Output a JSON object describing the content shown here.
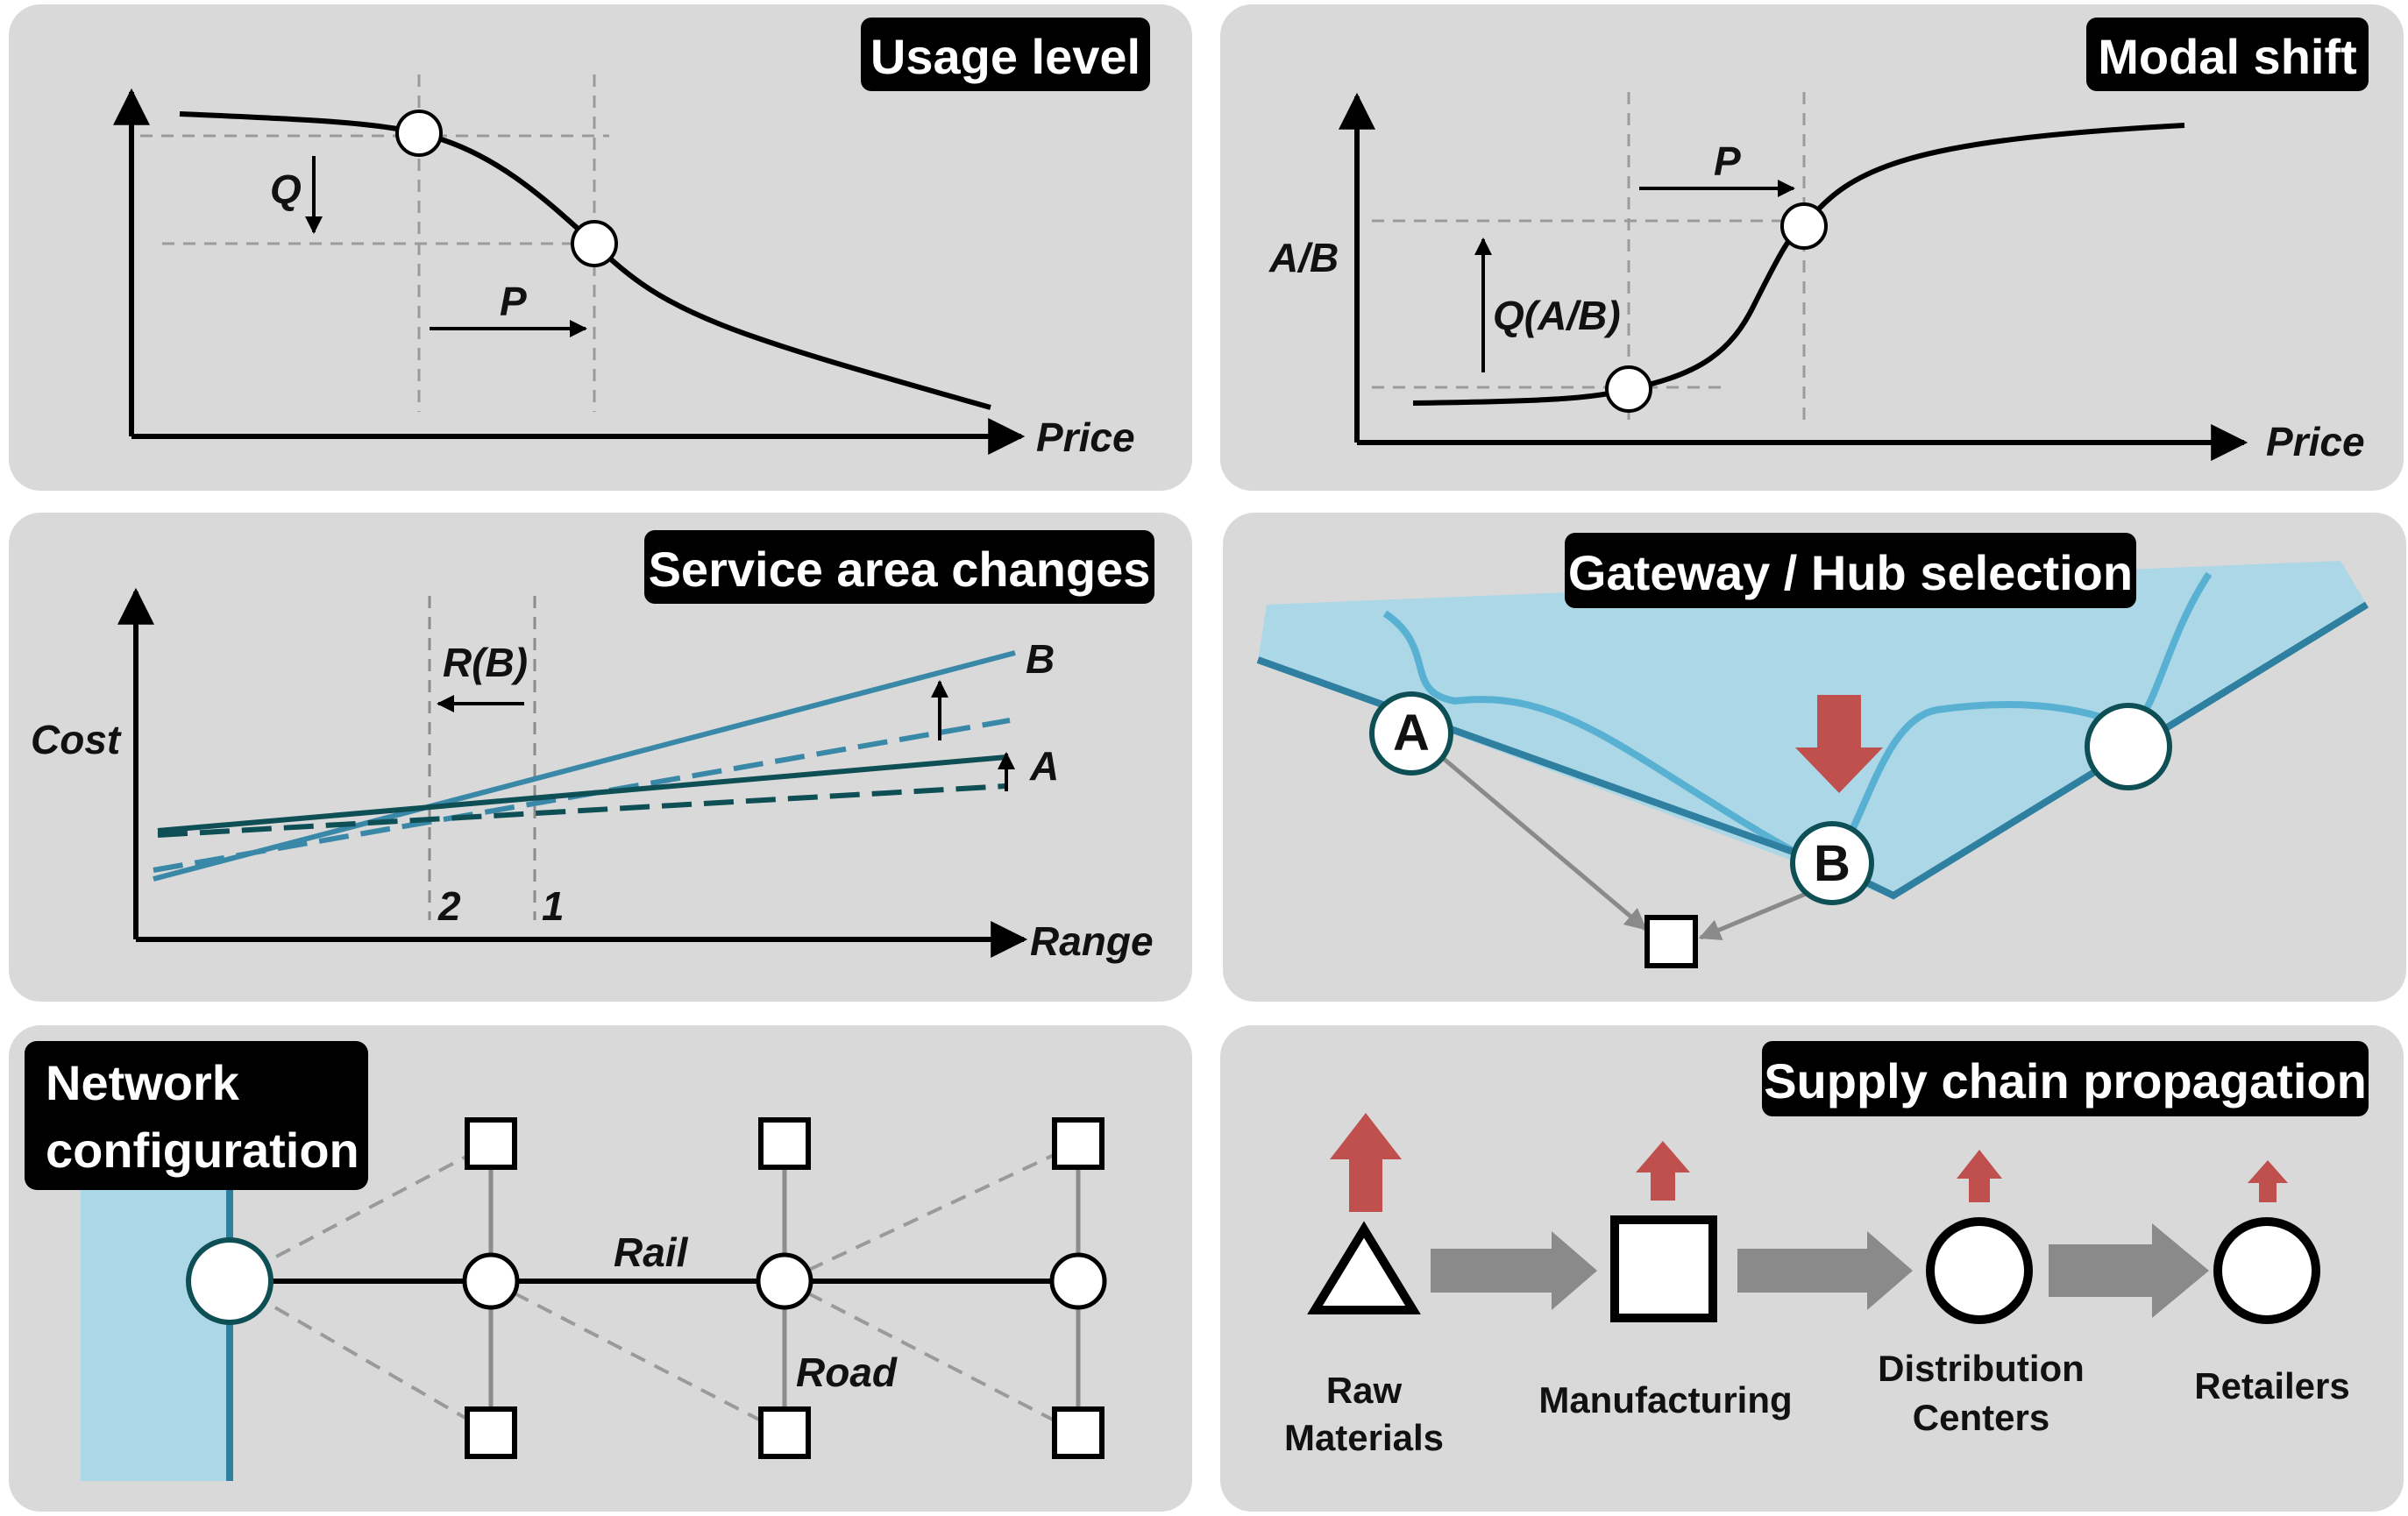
{
  "colors": {
    "panel_bg": "#d9d9d9",
    "title_bg": "#000000",
    "water": "#abd7e6",
    "coast": "#2e7fa0",
    "river": "#58b1d3",
    "line_b": "#3a88a8",
    "line_a": "#0d4f55",
    "node_stroke": "#0e4e55",
    "increase_arrow": "#c0504d",
    "flow_arrow": "#8a8a8a",
    "dashed": "#9a9a9a",
    "link": "#8c8c8c"
  },
  "panels": {
    "usage_level": {
      "title": "Usage level",
      "x_label": "Price",
      "q_label": "Q",
      "p_label": "P"
    },
    "modal_shift": {
      "title": "Modal shift",
      "x_label": "Price",
      "y_label": "A/B",
      "q_label": "Q(A/B)",
      "p_label": "P"
    },
    "service_area": {
      "title": "Service area changes",
      "x_label": "Range",
      "y_label": "Cost",
      "r_label": "R(B)",
      "line_b_label": "B",
      "line_a_label": "A",
      "mark_2": "2",
      "mark_1": "1"
    },
    "gateway_hub": {
      "title": "Gateway / Hub selection",
      "node_a": "A",
      "node_b": "B"
    },
    "network_config": {
      "title_line1": "Network",
      "title_line2": "configuration",
      "rail_label": "Rail",
      "road_label": "Road"
    },
    "supply_chain": {
      "title": "Supply chain propagation",
      "stages": [
        {
          "line1": "Raw",
          "line2": "Materials",
          "icon": "triangle-icon"
        },
        {
          "line1": "Manufacturing",
          "line2": "",
          "icon": "square-icon"
        },
        {
          "line1": "Distribution",
          "line2": "Centers",
          "icon": "circle-icon"
        },
        {
          "line1": "Retailers",
          "line2": "",
          "icon": "circle-icon"
        }
      ]
    }
  }
}
